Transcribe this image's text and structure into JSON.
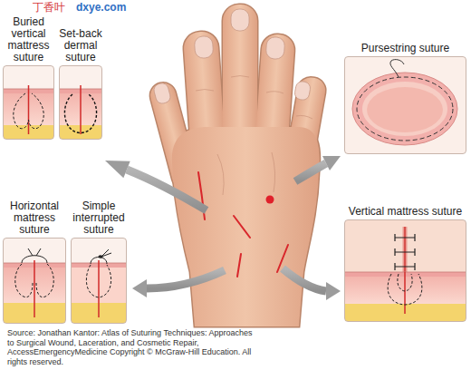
{
  "diagram": {
    "caption": "Source: Jonathan Kantor: Atlas of Suturing Techniques: Approaches to Surgical Wound, Laceration, and Cosmetic Repair, AccessEmergencyMedicine Copyright © McGraw-Hill Education. All rights reserved.",
    "nodes": [
      {
        "text": [
          "Buried vertical mattress suture"
        ]
      },
      {
        "text": [
          "Set-back dermal suture"
        ]
      },
      {
        "text": [
          "Pursestring suture"
        ]
      },
      {
        "text": [
          "Horizontal mattress suture"
        ]
      },
      {
        "text": [
          "Simple interrupted suture"
        ]
      },
      {
        "text": [
          "Vertical mattress suture"
        ]
      }
    ],
    "labels": [
      "丁香叶",
      "dxye.com"
    ]
  }
}
